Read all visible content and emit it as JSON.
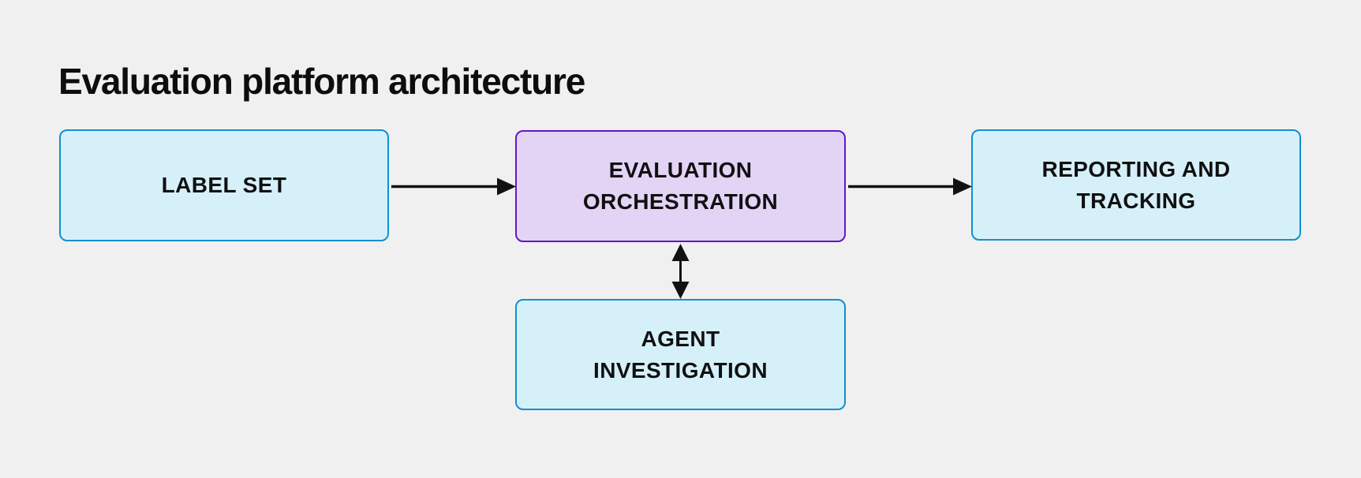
{
  "title": "Evaluation platform architecture",
  "background_color": "#f0f0f0",
  "diagram": {
    "nodes": [
      {
        "id": "label-set",
        "label": "LABEL SET",
        "fill": "#d6f0fa",
        "border": "#1090d0"
      },
      {
        "id": "evaluation-orchestration",
        "label": "EVALUATION\nORCHESTRATION",
        "fill": "#e3d4f6",
        "border": "#6316c9"
      },
      {
        "id": "reporting-and-tracking",
        "label": "REPORTING AND\nTRACKING",
        "fill": "#d6f0fa",
        "border": "#1090d0"
      },
      {
        "id": "agent-investigation",
        "label": "AGENT\nINVESTIGATION",
        "fill": "#d6f0fa",
        "border": "#1090d0"
      }
    ],
    "edges": [
      {
        "from": "label-set",
        "to": "evaluation-orchestration",
        "direction": "one-way"
      },
      {
        "from": "evaluation-orchestration",
        "to": "reporting-and-tracking",
        "direction": "one-way"
      },
      {
        "from": "evaluation-orchestration",
        "to": "agent-investigation",
        "direction": "two-way"
      }
    ],
    "arrow_color": "#111111",
    "text_color": "#101010"
  }
}
